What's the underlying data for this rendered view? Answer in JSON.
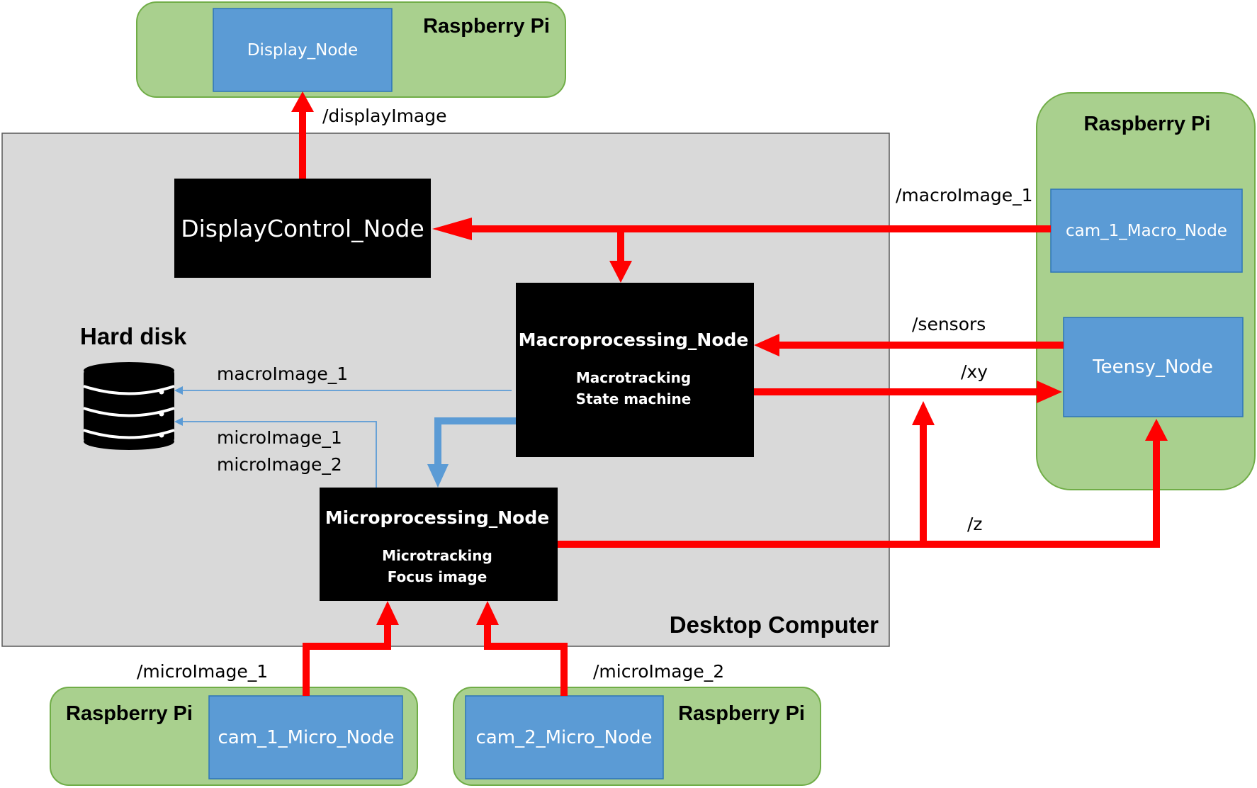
{
  "containers": {
    "desktop_label": "Desktop Computer",
    "pi_top_label": "Raspberry  Pi",
    "pi_right_label": "Raspberry  Pi",
    "pi_bottom_left_label": "Raspberry  Pi",
    "pi_bottom_right_label": "Raspberry  Pi"
  },
  "nodes": {
    "display_node": "Display_Node",
    "display_control_node": "DisplayControl_Node",
    "cam1_macro_node": "cam_1_Macro_Node",
    "teensy_node": "Teensy_Node",
    "macroprocessing_title": "Macroprocessing_Node",
    "macroprocessing_sub1": "Macrotracking",
    "macroprocessing_sub2": "State machine",
    "microprocessing_title": "Microprocessing_Node",
    "microprocessing_sub1": "Microtracking",
    "microprocessing_sub2": "Focus image",
    "cam1_micro_node": "cam_1_Micro_Node",
    "cam2_micro_node": "cam_2_Micro_Node"
  },
  "storage": {
    "label": "Hard disk",
    "icon": "database-icon"
  },
  "topics": {
    "display_image": "/displayImage",
    "macro_image_1": "/macroImage_1",
    "sensors": "/sensors",
    "xy": "/xy",
    "z": "/z",
    "micro_image_1": "/microImage_1",
    "micro_image_2": "/microImage_2",
    "disk_macro_image_1": "macroImage_1",
    "disk_micro_image_1": "microImage_1",
    "disk_micro_image_2": "microImage_2"
  },
  "colors": {
    "raspberry_pi_fill": "#a9d08e",
    "node_blue": "#5b9bd5",
    "node_black": "#000000",
    "desktop_fill": "#d9d9d9",
    "topic_arrow": "#ff0000",
    "storage_arrow": "#5b9bd5"
  }
}
